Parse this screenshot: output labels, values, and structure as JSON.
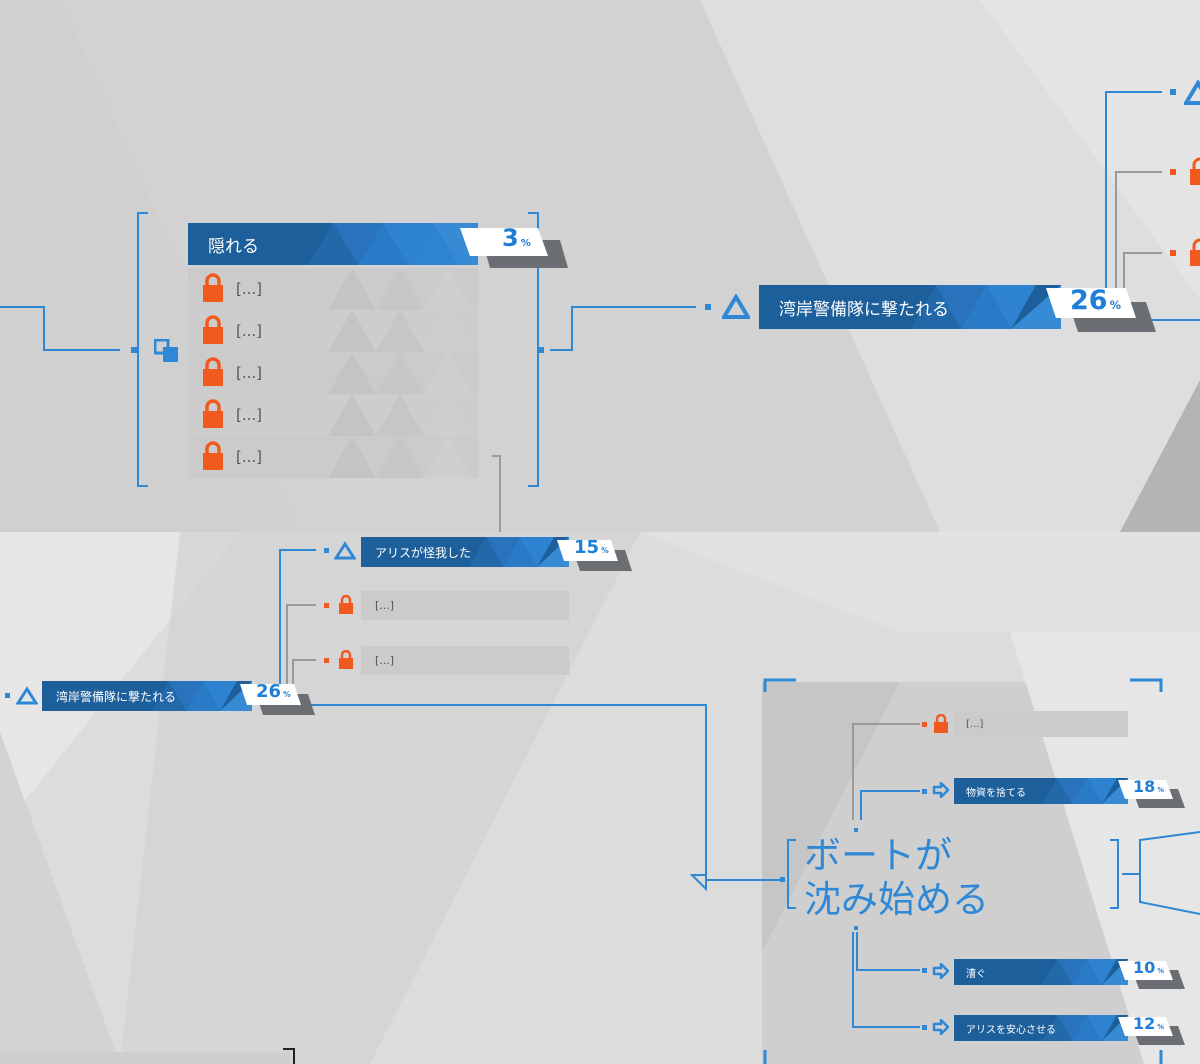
{
  "panel1": {
    "root_node": {
      "title": "隠れる",
      "percent": "3",
      "percent_sign": "%"
    },
    "locked_items": [
      "[...]",
      "[...]",
      "[...]",
      "[...]",
      "[...]"
    ],
    "right_node": {
      "title": "湾岸警備隊に撃たれる",
      "percent": "26",
      "percent_sign": "%"
    }
  },
  "panel2": {
    "left_node": {
      "title": "湾岸警備隊に撃たれる",
      "percent": "26",
      "percent_sign": "%"
    },
    "top_node": {
      "title": "アリスが怪我した",
      "percent": "15",
      "percent_sign": "%"
    },
    "locked_items": [
      "[...]",
      "[...]"
    ],
    "focus_node": {
      "title_line1": "ボートが",
      "title_line2": "沈み始める"
    },
    "branch_locked": "[...]",
    "branches": [
      {
        "title": "物資を捨てる",
        "percent": "18",
        "percent_sign": "%"
      },
      {
        "title": "漕ぐ",
        "percent": "10",
        "percent_sign": "%"
      },
      {
        "title": "アリスを安心させる",
        "percent": "12",
        "percent_sign": "%"
      }
    ]
  },
  "colors": {
    "blue_dark": "#1d5f9b",
    "blue_mid": "#2478c6",
    "blue_light": "#2f8ad8",
    "accent_orange": "#f05a1e",
    "line_blue": "#2f88d6",
    "line_grey": "#9a9a9a",
    "locked_bg": "#cbcbcb"
  },
  "icons": {
    "lock": "lock-icon",
    "triangle": "triangle-outline-icon",
    "arrow": "arrow-right-icon",
    "squares": "stacked-squares-icon"
  }
}
